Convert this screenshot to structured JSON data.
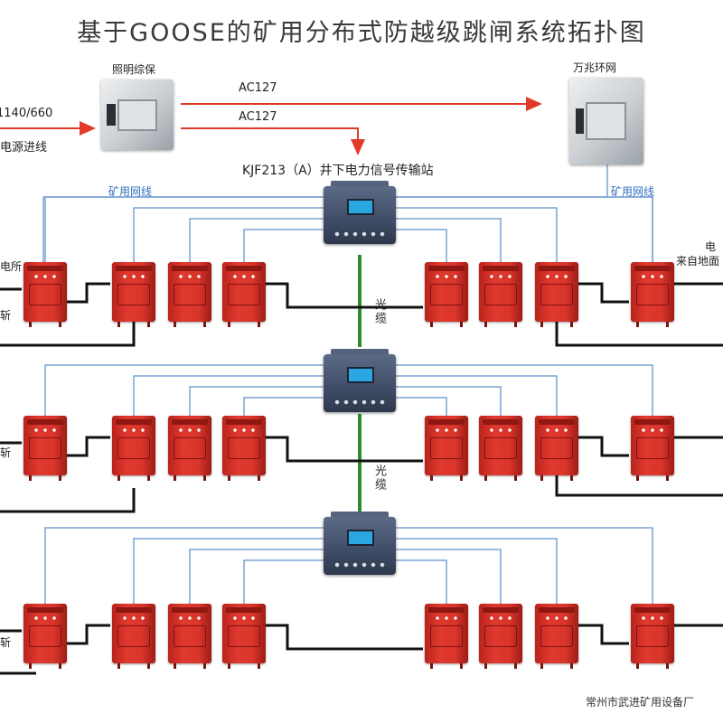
{
  "title": "基于GOOSE的矿用分布式防越级跳闸系统拓扑图",
  "labels": {
    "lighting_protector": "照明综保",
    "ring_network": "万兆环网",
    "voltage_input": "1140/660",
    "power_inlet": "电源进线",
    "ac_top": "AC127",
    "ac_mid": "AC127",
    "station_label": "KJF213（A）井下电力信号传输站",
    "mine_net_left": "矿用网线",
    "mine_net_right": "矿用网线",
    "fiber_1": "光缆",
    "fiber_2": "光缆",
    "right_power_1": "电",
    "right_power_2": "来自地面",
    "left_1": "电所",
    "left_2": "斩",
    "left_3": "斩",
    "left_4": "斩",
    "manufacturer": "常州市武进矿用设备厂"
  },
  "devices": {
    "transmission_stations": 3,
    "cabinets_per_row": 8,
    "rows": 3
  },
  "colors": {
    "arrow": "#e03a2a",
    "network_line": "#7aa3d6",
    "fiber": "#2e8b2e",
    "power_line": "#111111",
    "cabinet": "#d9352b",
    "station": "#3f4c66"
  }
}
